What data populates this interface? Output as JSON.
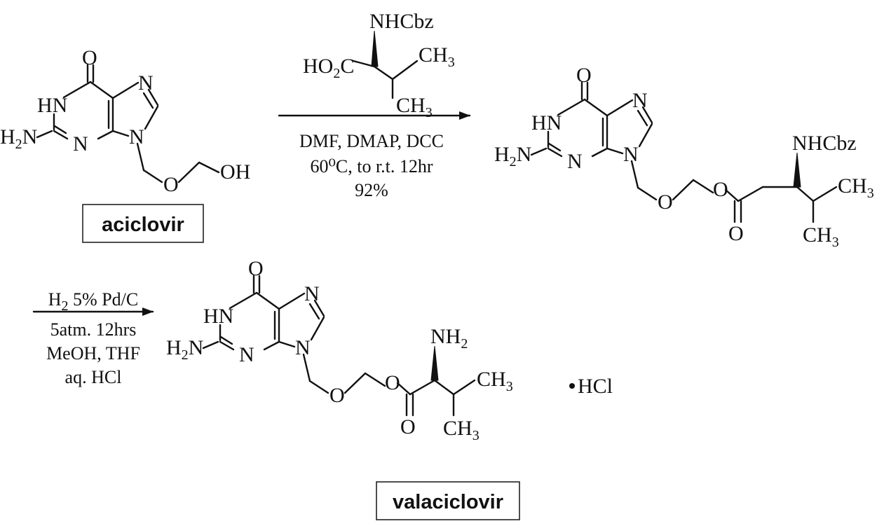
{
  "scheme": {
    "compounds": {
      "aciclovir": {
        "label": "aciclovir",
        "atoms": {
          "o": "O",
          "hn": "HN",
          "n7": "N",
          "h2n": "H2N",
          "n3": "N",
          "n9": "N",
          "o_ether": "O",
          "oh": "OH"
        }
      },
      "intermediate": {
        "atoms": {
          "o": "O",
          "hn": "HN",
          "n7": "N",
          "h2n": "H2N",
          "n3": "N",
          "n9": "N",
          "o_ether": "O",
          "o_ester": "O",
          "o_carbonyl": "O",
          "nhcbz": "NHCbz",
          "ch3_upper": "CH3",
          "ch3_lower": "CH3"
        }
      },
      "valaciclovir": {
        "label": "valaciclovir",
        "atoms": {
          "o": "O",
          "hn": "HN",
          "n7": "N",
          "h2n": "H2N",
          "n3": "N",
          "n9": "N",
          "o_ether": "O",
          "o_ester": "O",
          "o_carbonyl": "O",
          "nh2": "NH2",
          "ch3_upper": "CH3",
          "ch3_lower": "CH3"
        },
        "salt": "HCl"
      }
    },
    "reagent": {
      "atoms": {
        "nhcbz": "NHCbz",
        "ho2c": "HO2C",
        "ch3_upper": "CH3",
        "ch3_lower": "CH3"
      }
    },
    "step1": {
      "conditions": [
        "DMF, DMAP, DCC",
        "60⁰C, to r.t. 12hr",
        "92%"
      ]
    },
    "step2": {
      "above": "H2 5% Pd/C",
      "below": [
        "5atm. 12hrs",
        "MeOH, THF",
        "aq. HCl"
      ]
    }
  }
}
